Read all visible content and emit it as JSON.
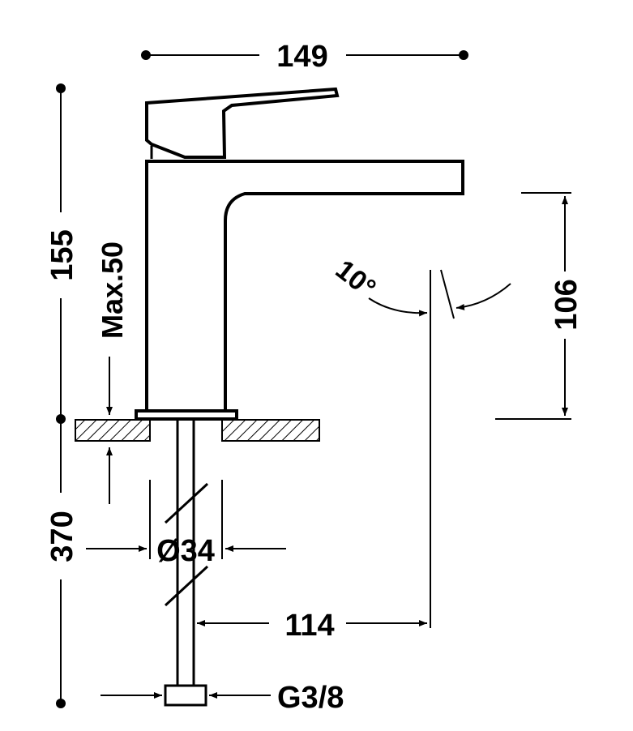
{
  "dimensions": {
    "width": "149",
    "total_height": "155",
    "max_deck": "Max.50",
    "hose_length": "370",
    "spout_height": "106",
    "tilt_angle": "10°",
    "diameter": "Ø34",
    "reach": "114",
    "connection": "G3/8"
  },
  "colors": {
    "ink": "#000000",
    "background": "#ffffff"
  }
}
